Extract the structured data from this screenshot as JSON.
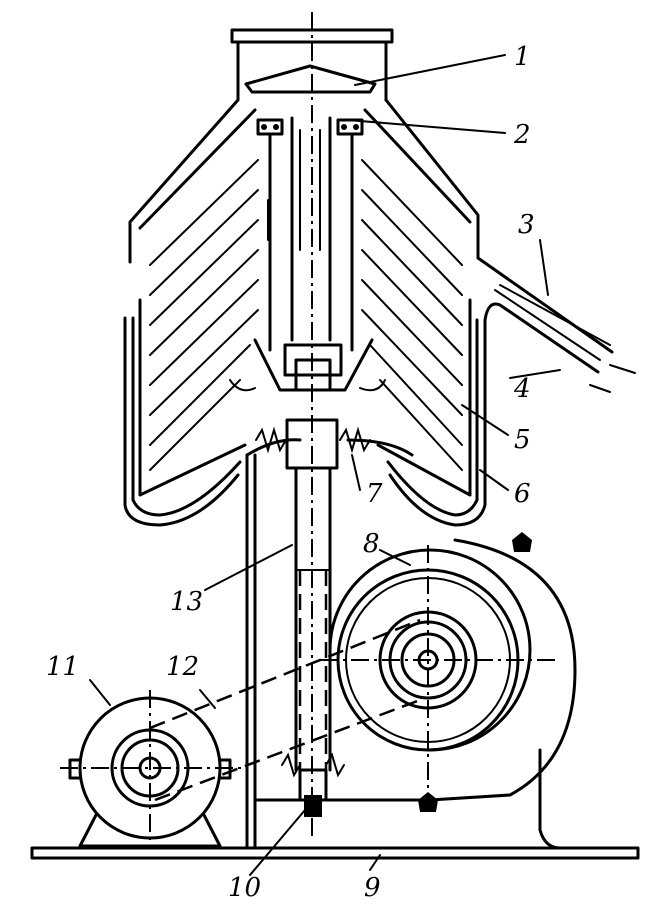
{
  "labels": [
    "1",
    "2",
    "3",
    "4",
    "5",
    "6",
    "7",
    "8",
    "9",
    "10",
    "11",
    "12",
    "13"
  ],
  "colors": {
    "ink": "#000000",
    "paper": "#ffffff"
  }
}
